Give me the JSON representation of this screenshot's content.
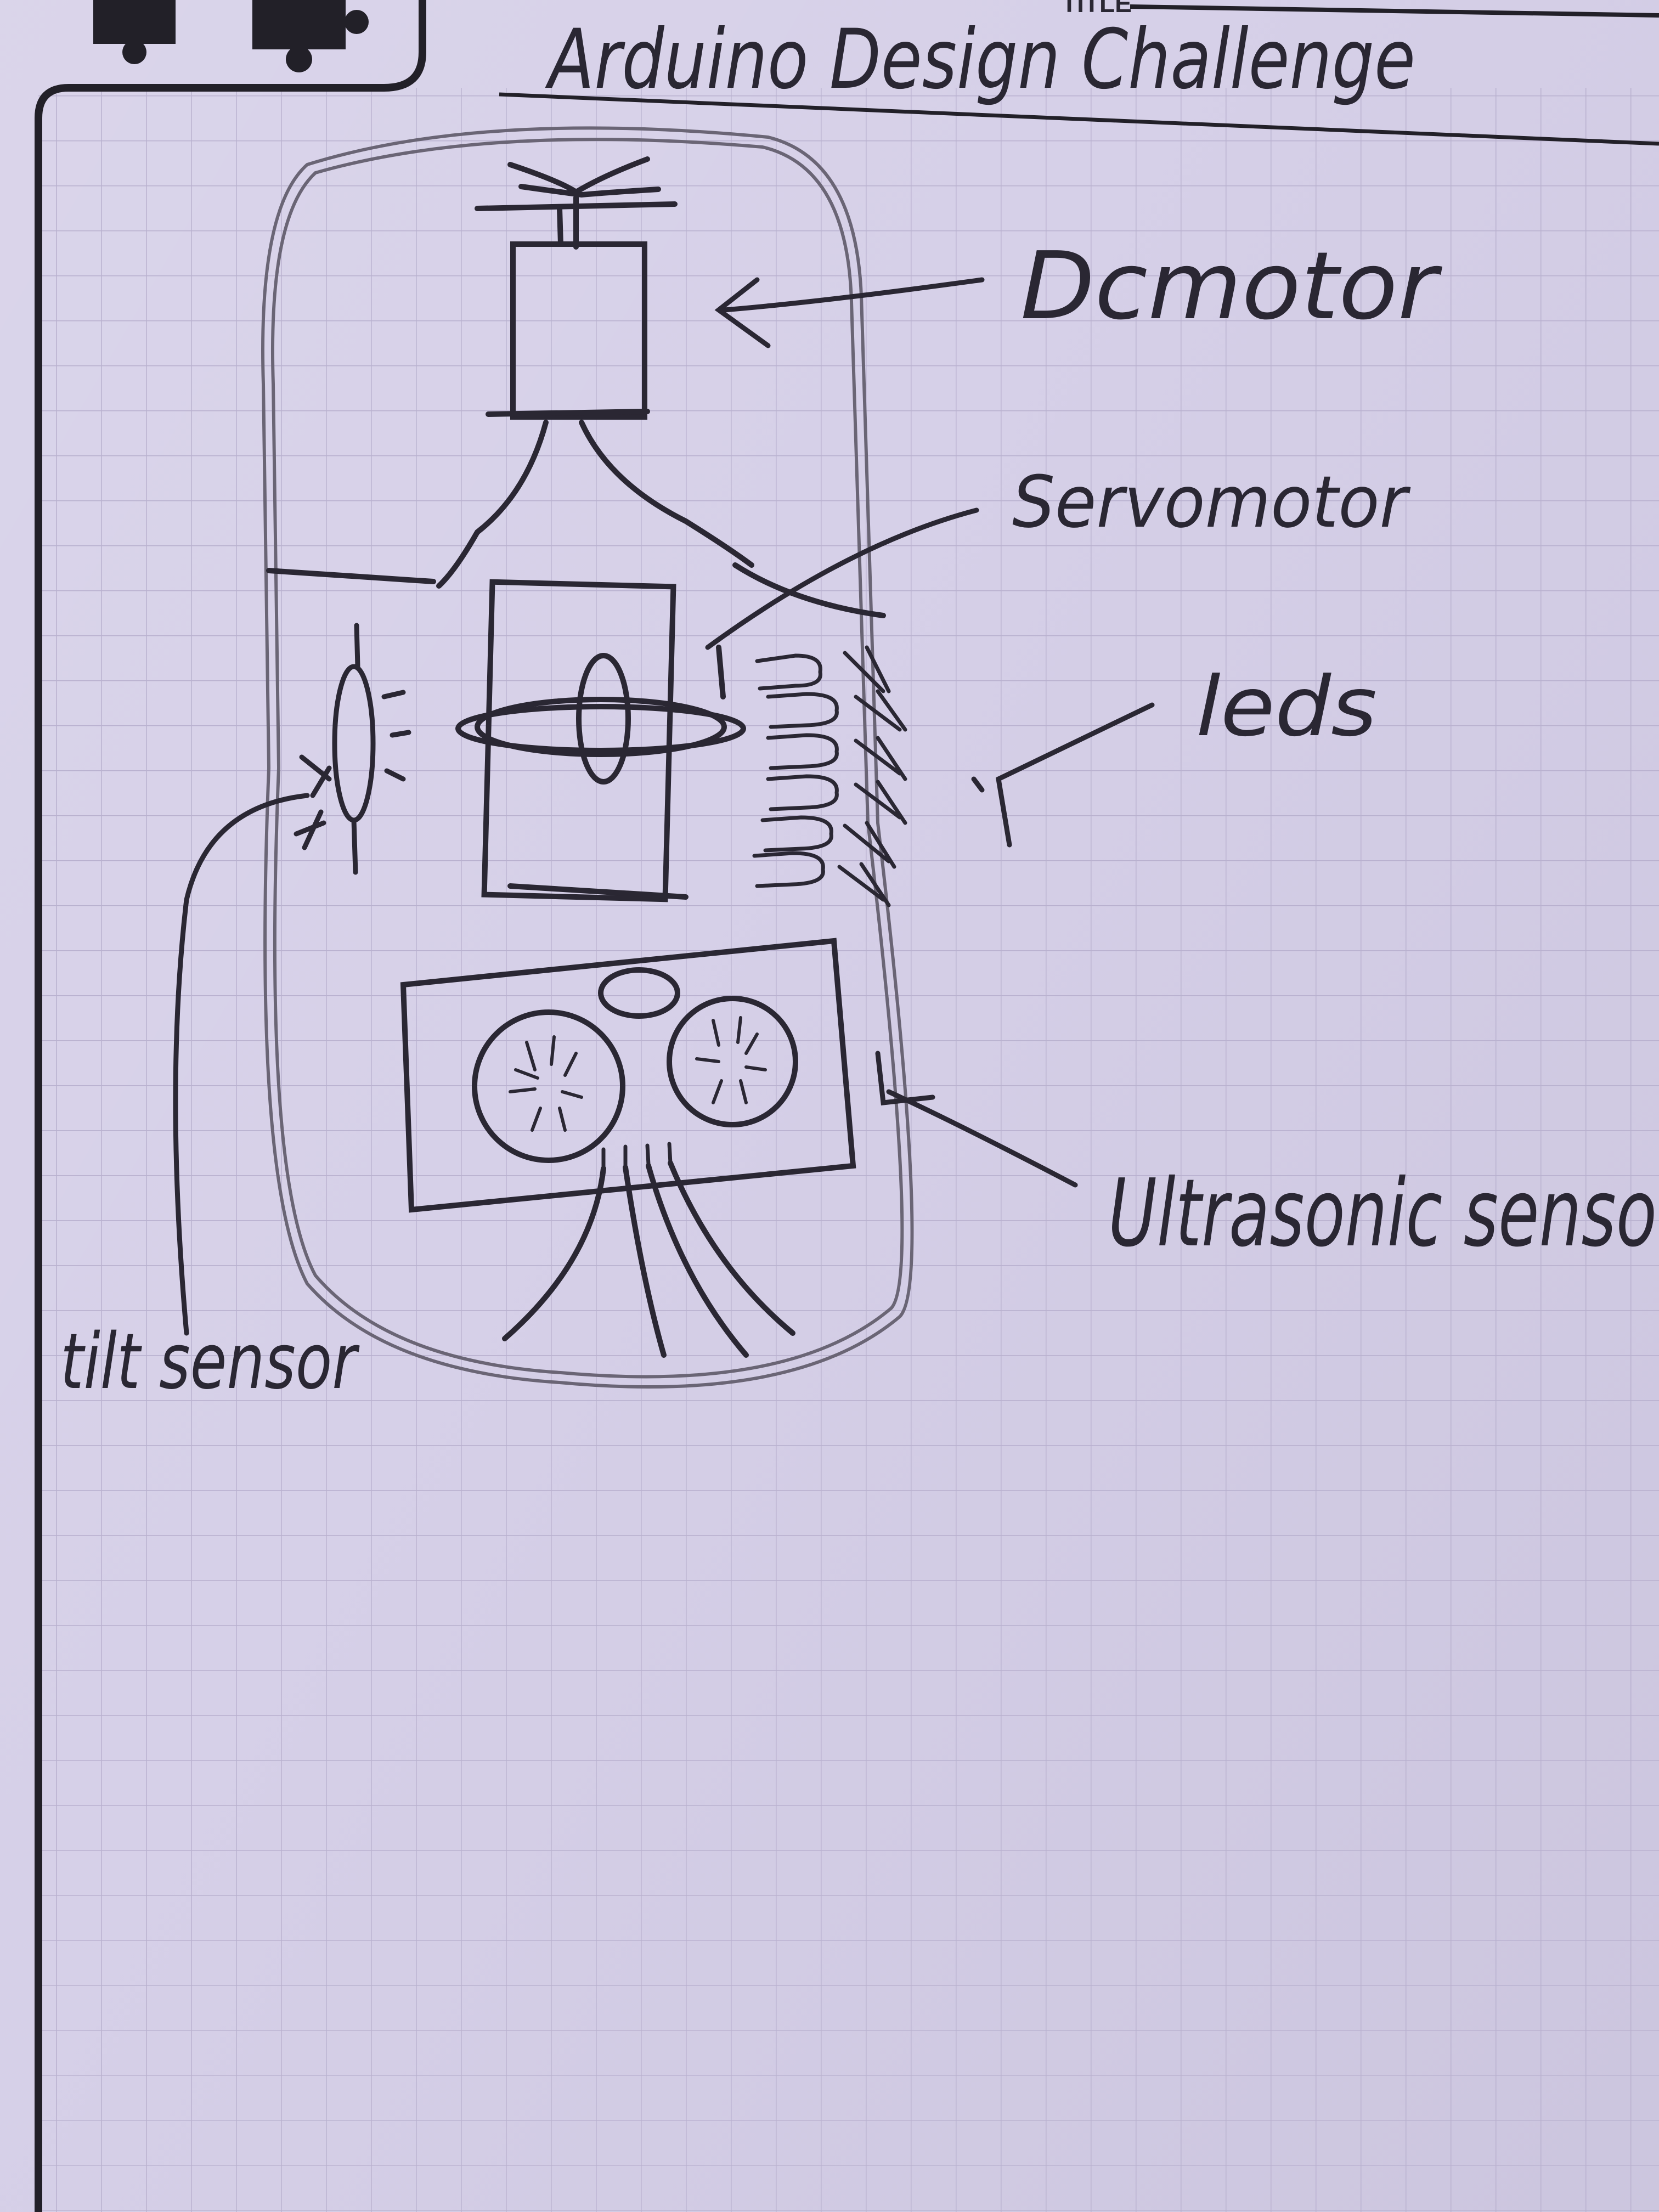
{
  "header": {
    "small_label": "TITLE",
    "title": "Arduino Design Challenge"
  },
  "labels": {
    "dc_motor": "Dcmotor",
    "servo_motor": "Servomotor",
    "leds": "leds",
    "ultrasonic_sensor": "Ultrasonic senso",
    "tilt_sensor": "tilt sensor"
  },
  "colors": {
    "paper": "#d6d0e8",
    "grid": "#b9b1cf",
    "ink": "#2a2733",
    "light_ink": "#5a5566"
  },
  "icons": {
    "corner_logo": "puzzle-pieces-icon"
  }
}
